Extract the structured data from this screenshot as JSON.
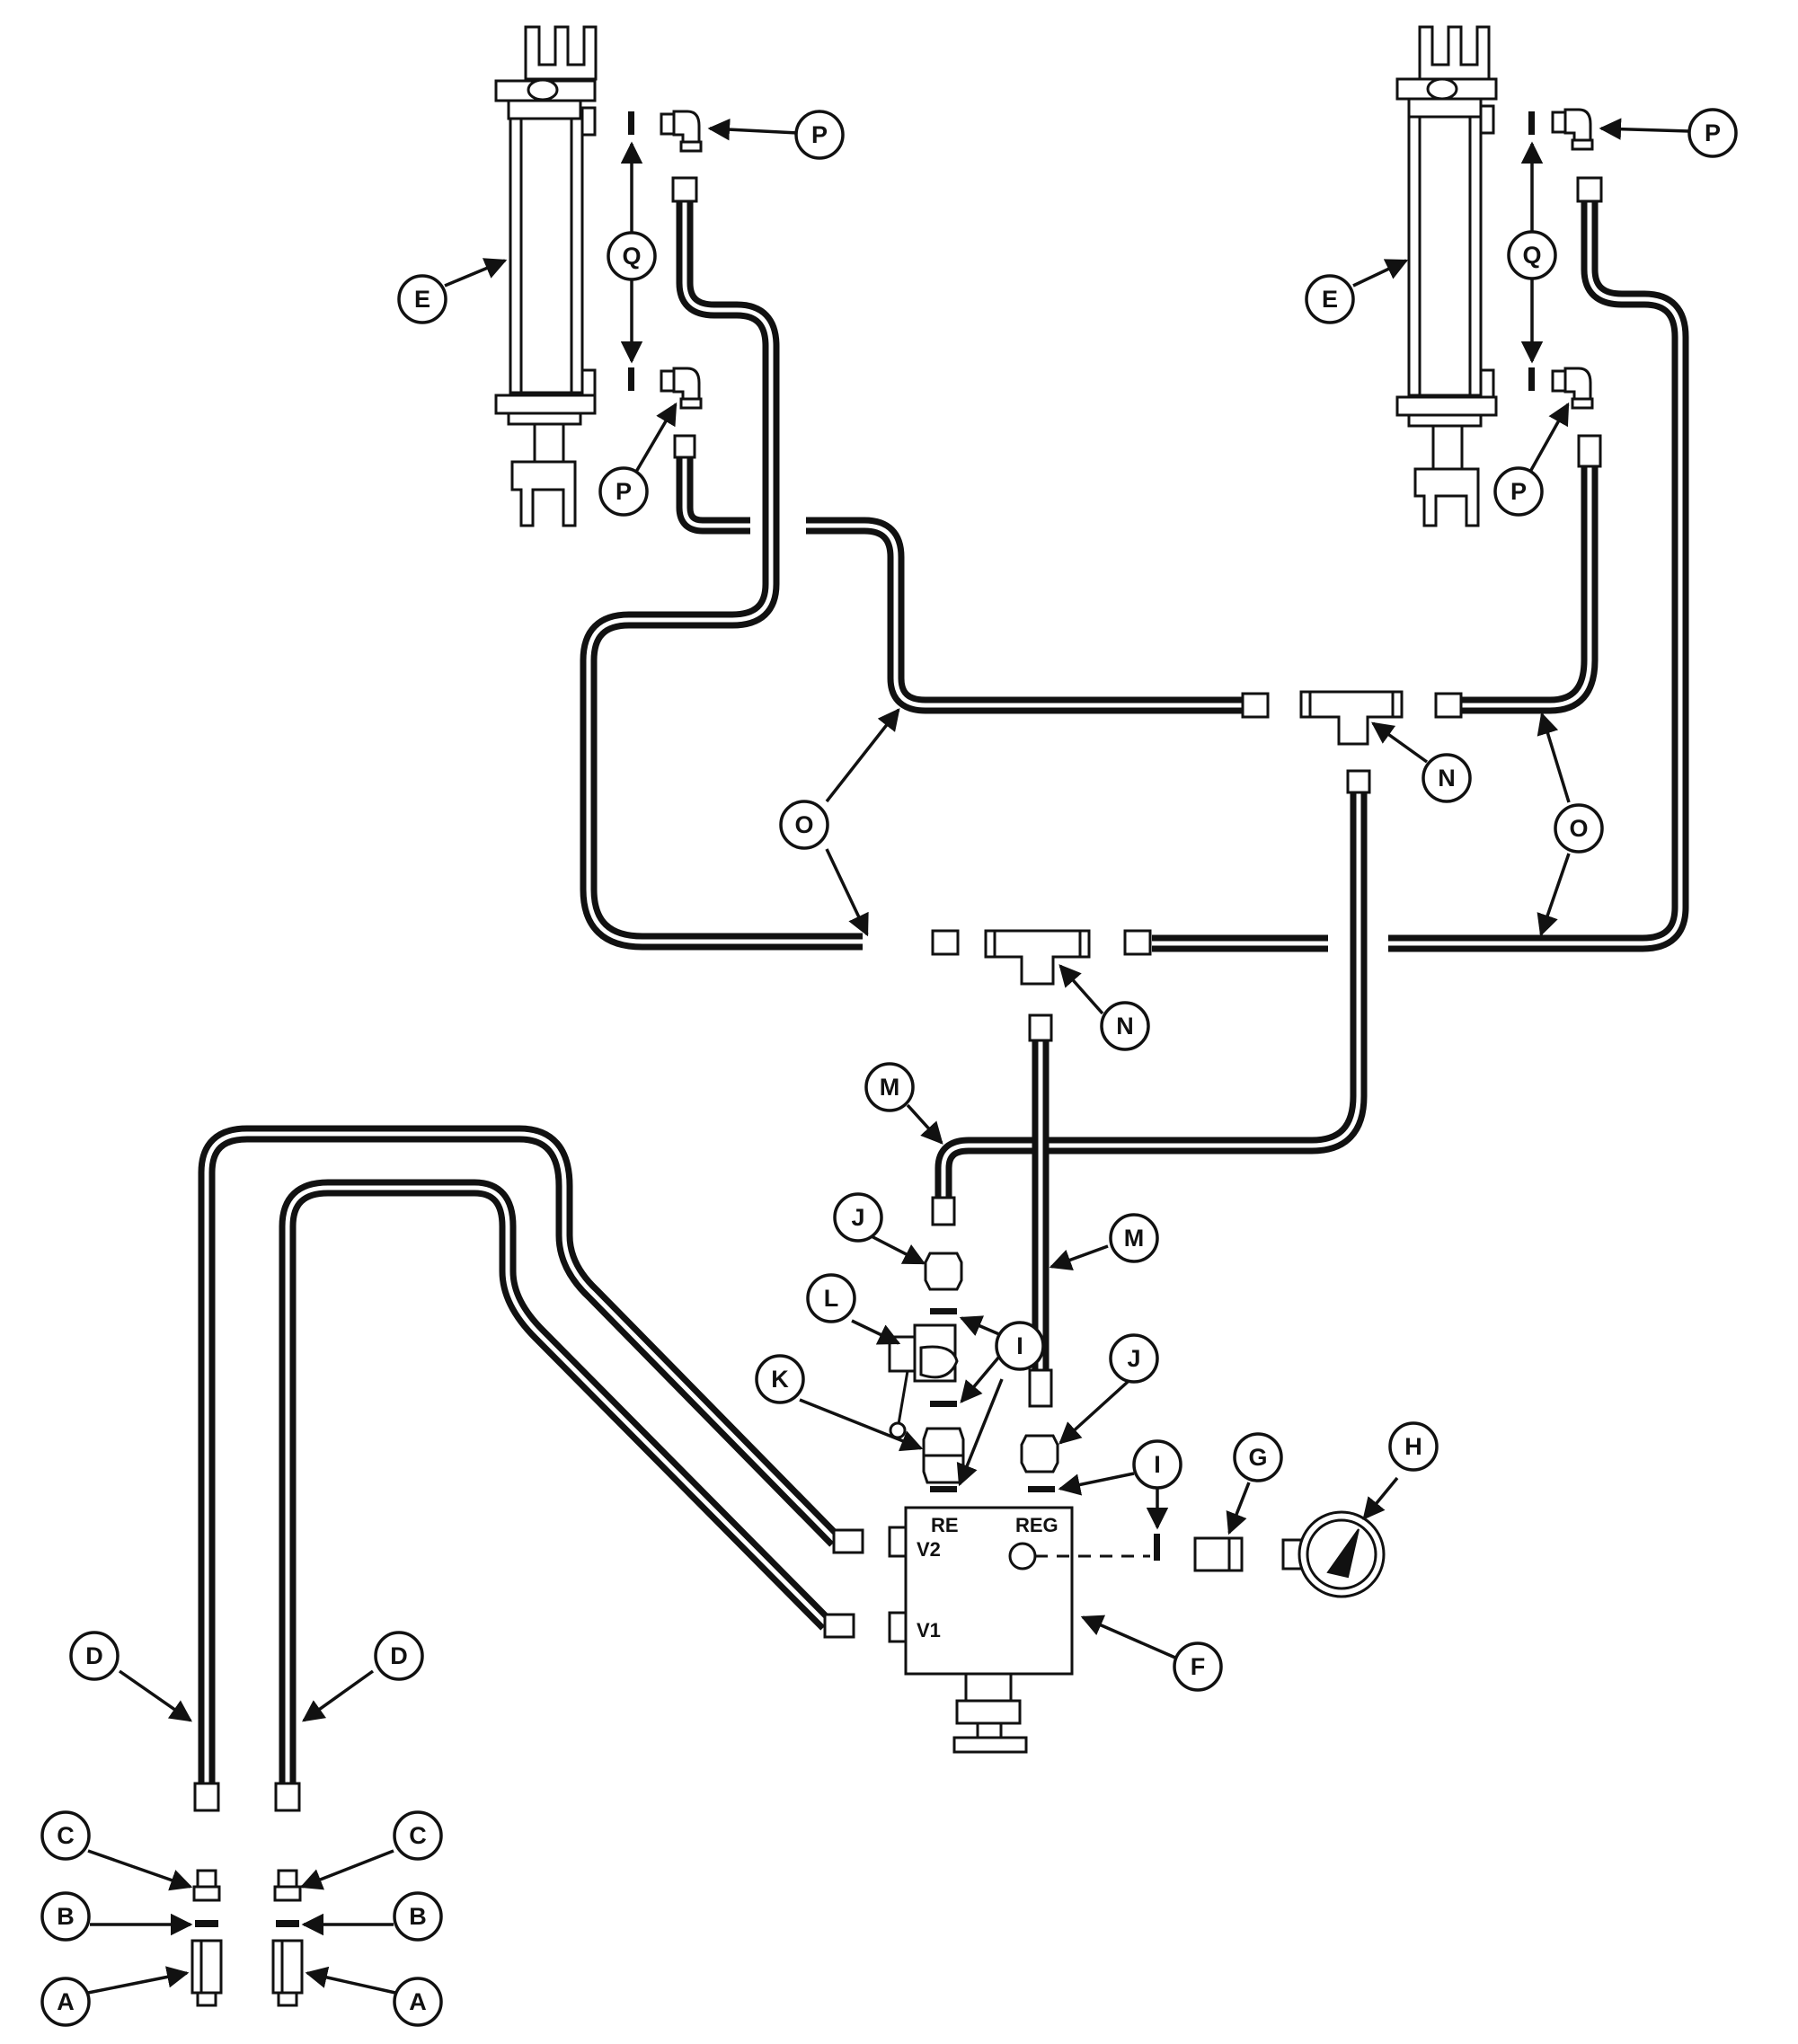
{
  "callouts": {
    "A": "A",
    "B": "B",
    "C": "C",
    "D": "D",
    "E": "E",
    "F": "F",
    "G": "G",
    "H": "H",
    "I": "I",
    "J": "J",
    "K": "K",
    "L": "L",
    "M": "M",
    "N": "N",
    "O": "O",
    "P": "P",
    "Q": "Q"
  },
  "valve_ports": {
    "re": "RE",
    "reg": "REG",
    "v1": "V1",
    "v2": "V2"
  }
}
